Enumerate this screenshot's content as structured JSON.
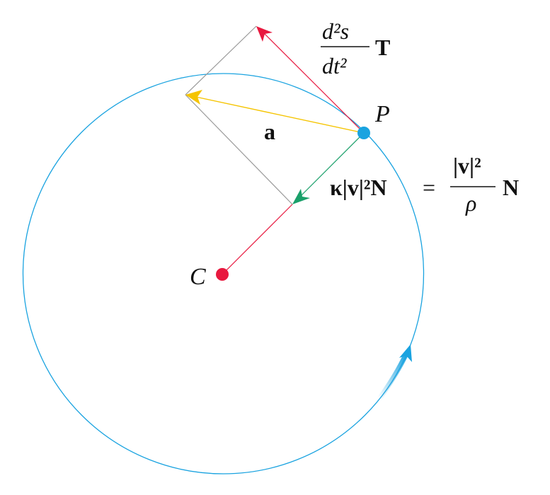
{
  "labels": {
    "point_p": "P",
    "center_c": "C",
    "accel": "a",
    "tangent_num": "d²s",
    "tangent_den": "dt²",
    "tangent_vec": "T",
    "normal_lhs": "κ|v|²N",
    "equals": "=",
    "normal_num": "|v|²",
    "normal_den": "ρ",
    "normal_vec": "N"
  },
  "colors": {
    "circle": "#1aa3e0",
    "tangent": "#e8193f",
    "accel": "#f5c400",
    "normal": "#1aa06a",
    "guide": "#999999",
    "center": "#e8193f",
    "point": "#1aa3e0"
  }
}
